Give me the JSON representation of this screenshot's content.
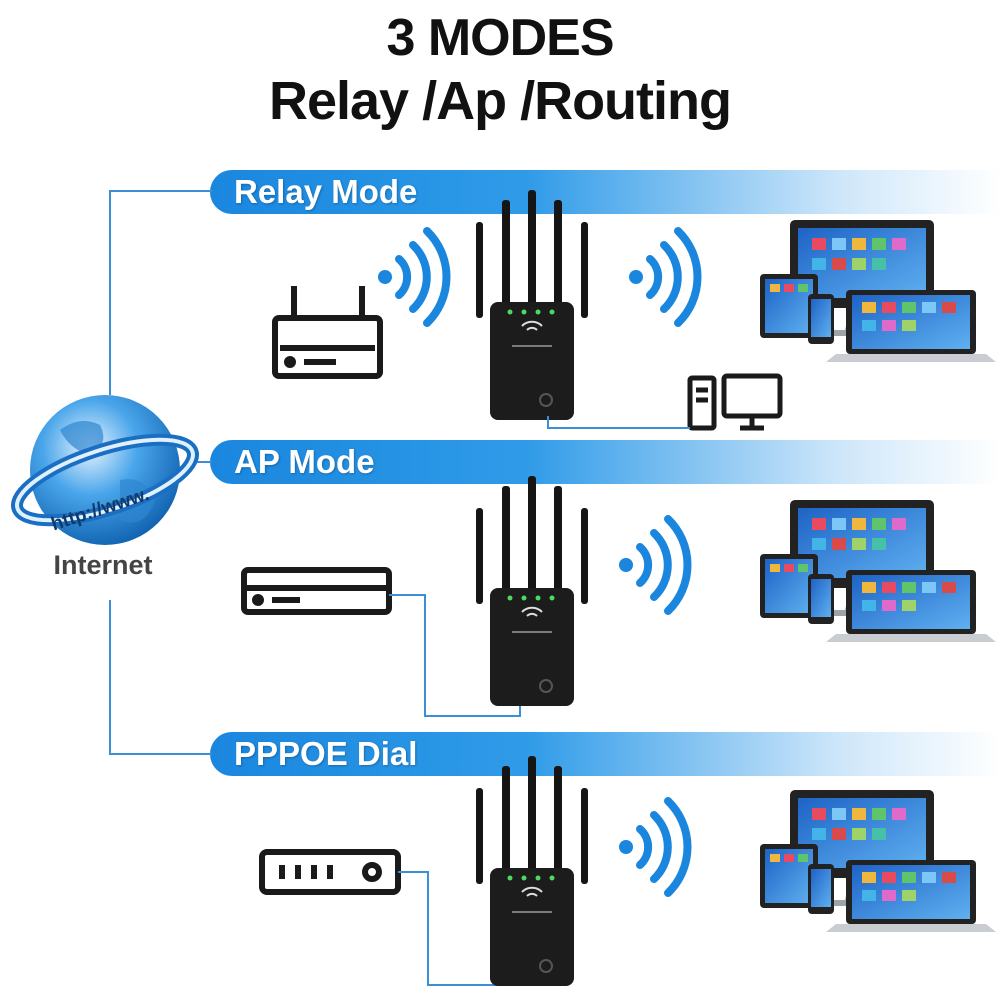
{
  "title": {
    "line1": "3 MODES",
    "line2": "Relay /Ap /Routing"
  },
  "globe": {
    "url_text": "http://www.",
    "label": "Internet"
  },
  "modes": [
    {
      "label": "Relay Mode"
    },
    {
      "label": "AP Mode"
    },
    {
      "label": "PPPOE Dial"
    }
  ],
  "extender": {
    "brand": "WiFi"
  },
  "colors": {
    "accent": "#1a86de",
    "line": "#3b8fd6",
    "device": "#1c1c1c"
  },
  "icons": [
    "globe-icon",
    "router-icon",
    "wifi-signal-icon",
    "extender-icon",
    "desktop-pc-icon",
    "multi-device-icon",
    "modem-icon",
    "switch-icon"
  ]
}
